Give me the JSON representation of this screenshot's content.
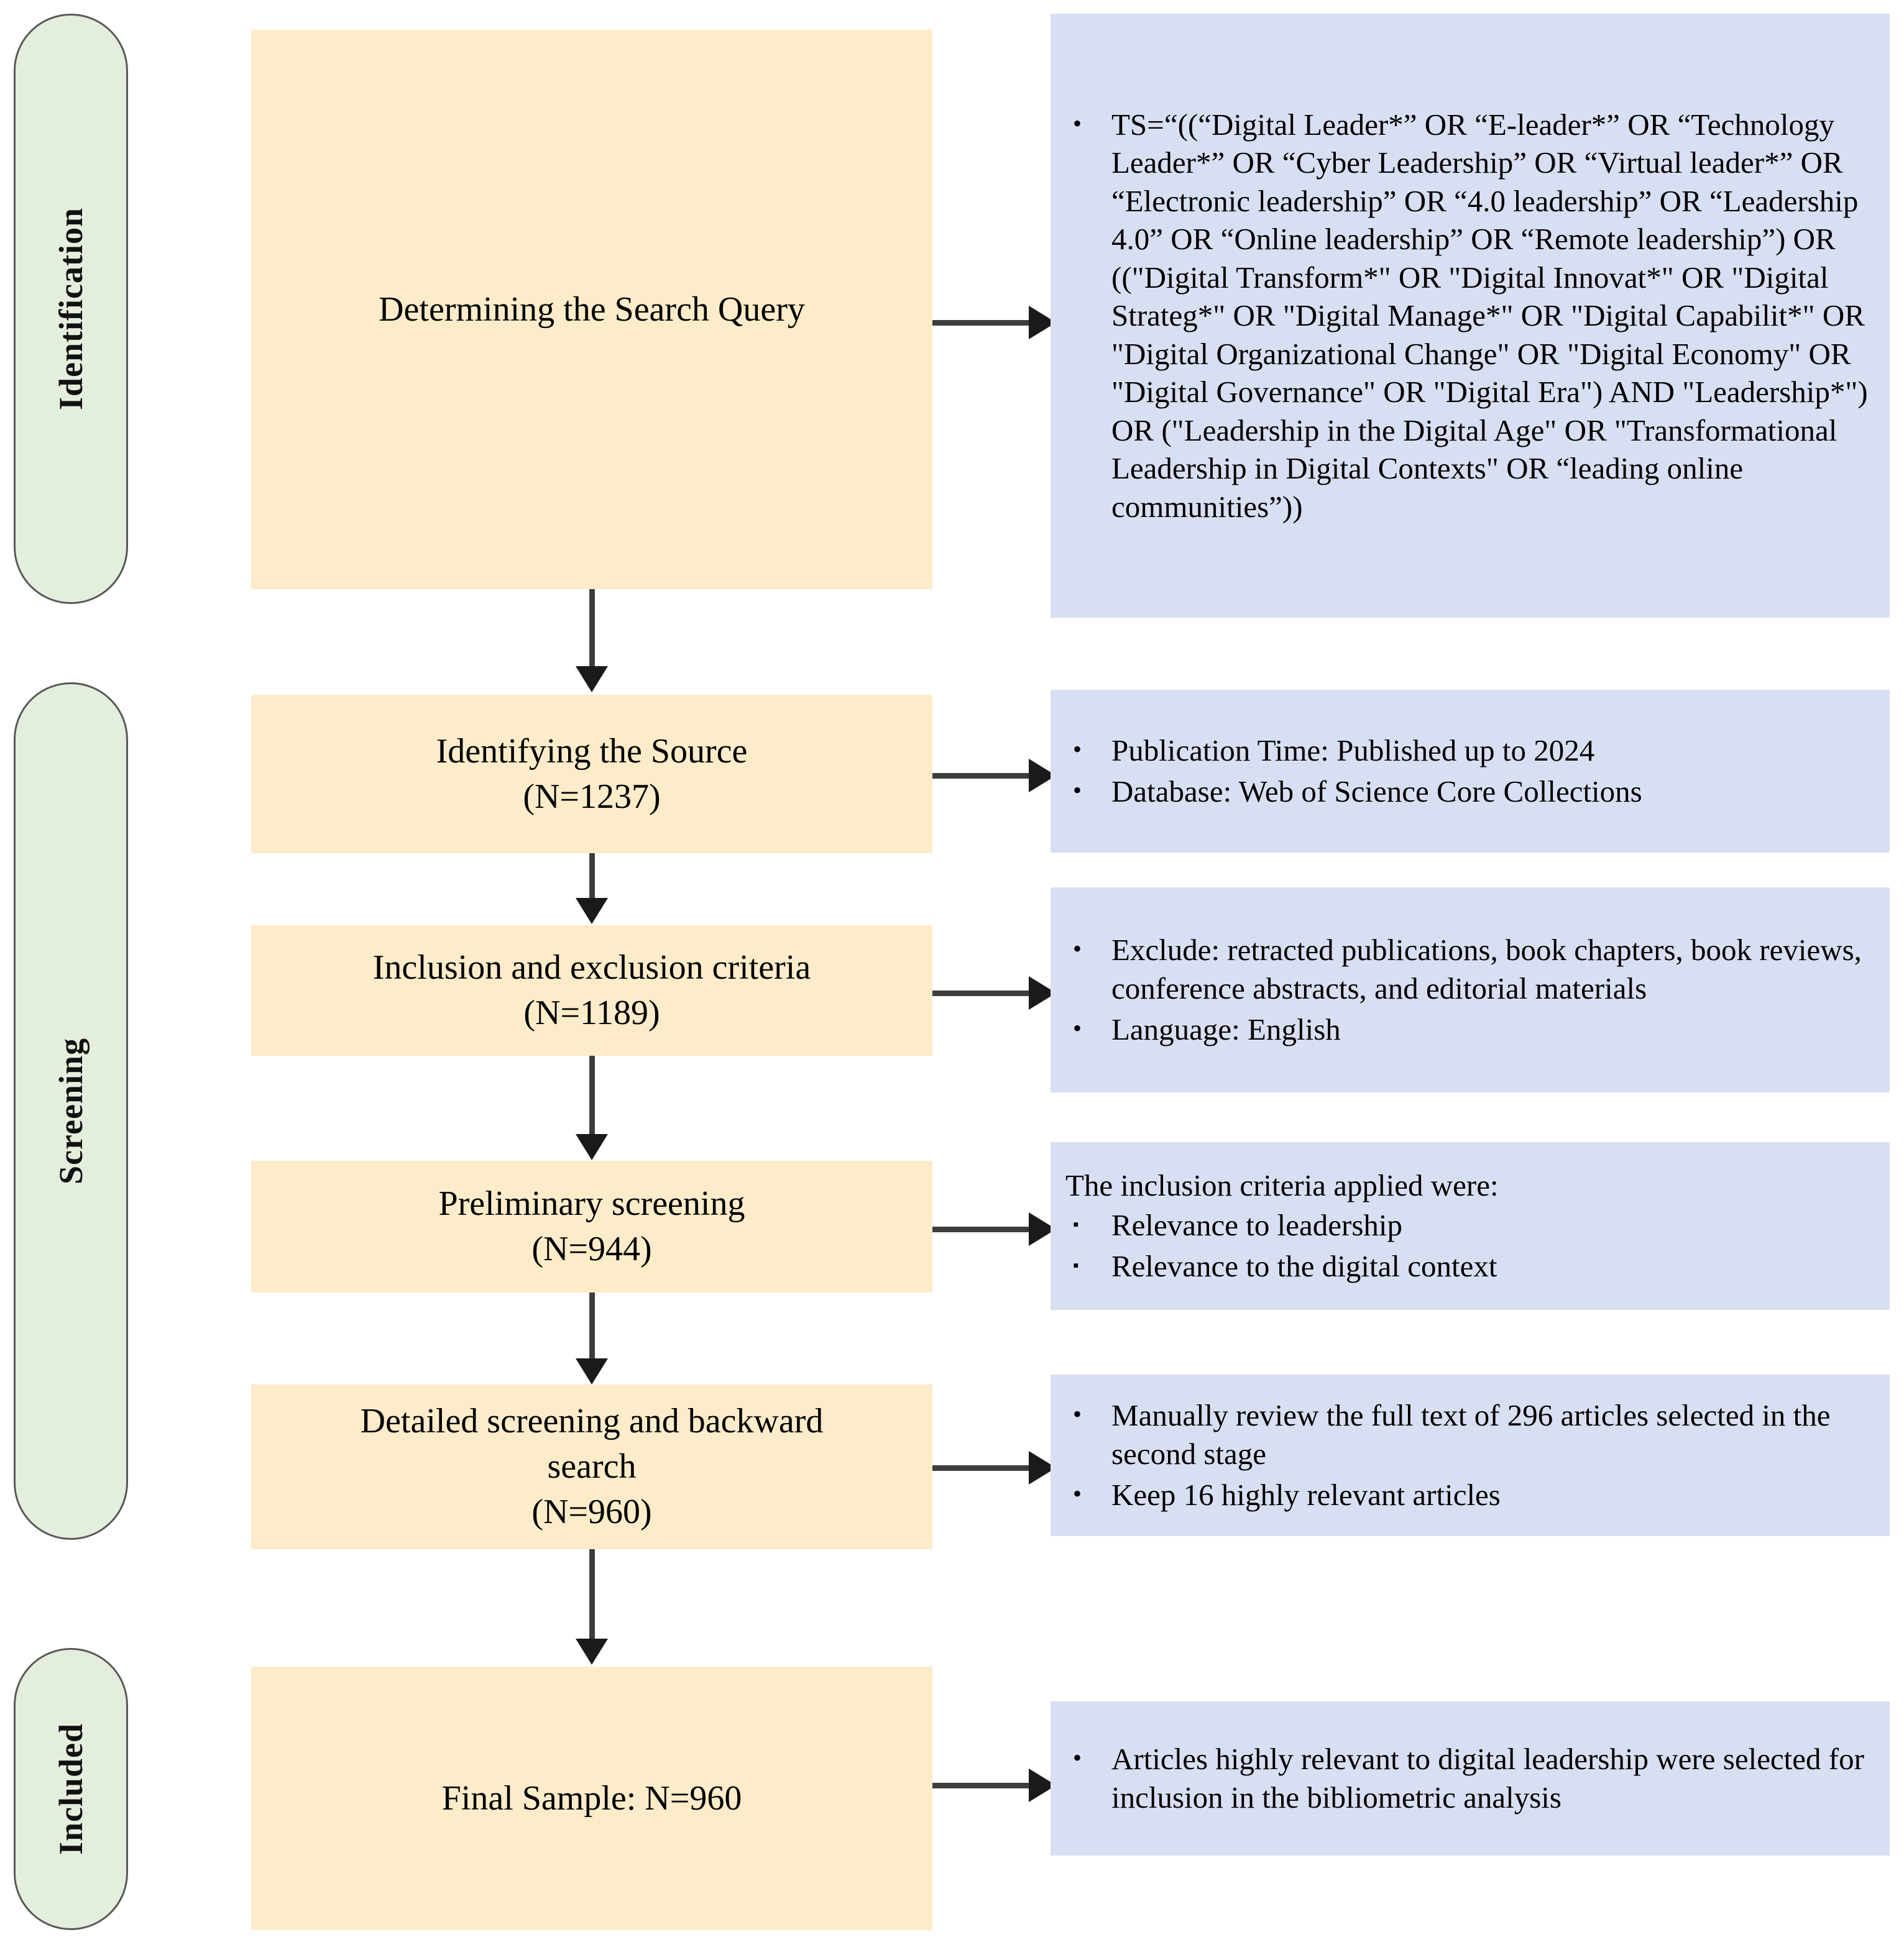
{
  "stages": [
    {
      "label": "Identification"
    },
    {
      "label": "Screening"
    },
    {
      "label": "Included"
    }
  ],
  "steps": [
    {
      "name": "determining-search-query",
      "title": "Determining the Search Query",
      "count_line": ""
    },
    {
      "name": "identifying-source",
      "title": "Identifying the Source",
      "count_line": "(N=1237)"
    },
    {
      "name": "inclusion-exclusion-criteria",
      "title": "Inclusion and exclusion criteria",
      "count_line": "(N=1189)"
    },
    {
      "name": "preliminary-screening",
      "title": "Preliminary screening",
      "count_line": "(N=944)"
    },
    {
      "name": "detailed-screening",
      "title": "Detailed screening and backward",
      "title2": "search",
      "count_line": "(N=960)"
    },
    {
      "name": "final-sample",
      "title": "Final Sample: N=960",
      "count_line": ""
    }
  ],
  "notes": [
    {
      "name": "search-query-note",
      "intro": "",
      "items": [
        "TS=“((“Digital Leader*” OR “E-leader*” OR “Technology Leader*” OR “Cyber Leadership” OR “Virtual leader*” OR “Electronic leadership” OR “4.0 leadership” OR “Leadership 4.0” OR “Online leadership” OR “Remote leadership”) OR ((\"Digital Transform*\" OR \"Digital Innovat*\" OR \"Digital Strateg*\" OR \"Digital Manage*\" OR \"Digital Capabilit*\" OR \"Digital Organizational Change\" OR \"Digital Economy\" OR \"Digital Governance\" OR \"Digital Era\") AND \"Leadership*\") OR (\"Leadership in the Digital Age\" OR \"Transformational Leadership in Digital Contexts\" OR “leading online communities”))"
      ]
    },
    {
      "name": "source-note",
      "intro": "",
      "items": [
        "Publication Time: Published up to 2024",
        "Database: Web of Science Core Collections"
      ]
    },
    {
      "name": "criteria-note",
      "intro": "",
      "items": [
        "Exclude: retracted publications, book chapters, book reviews, conference abstracts, and editorial materials",
        "Language: English"
      ]
    },
    {
      "name": "preliminary-note",
      "intro": "The inclusion criteria applied were:",
      "items": [
        "Relevance to leadership",
        "Relevance to the digital context"
      ]
    },
    {
      "name": "detailed-note",
      "intro": "",
      "items": [
        " Manually review the full text of 296 articles selected in the second stage",
        "Keep 16 highly relevant articles"
      ]
    },
    {
      "name": "included-note",
      "intro": "",
      "items": [
        "Articles highly relevant to digital leadership were selected for inclusion in the bibliometric analysis"
      ]
    }
  ],
  "bullets": {
    "round": "•",
    "square": "▪"
  },
  "colors": {
    "stage_fill": "#e4eedc",
    "stage_border": "#595959",
    "process_fill": "#fcecc9",
    "note_fill": "#d9dff2",
    "connector": "#3d3d3d",
    "text": "#000000"
  }
}
